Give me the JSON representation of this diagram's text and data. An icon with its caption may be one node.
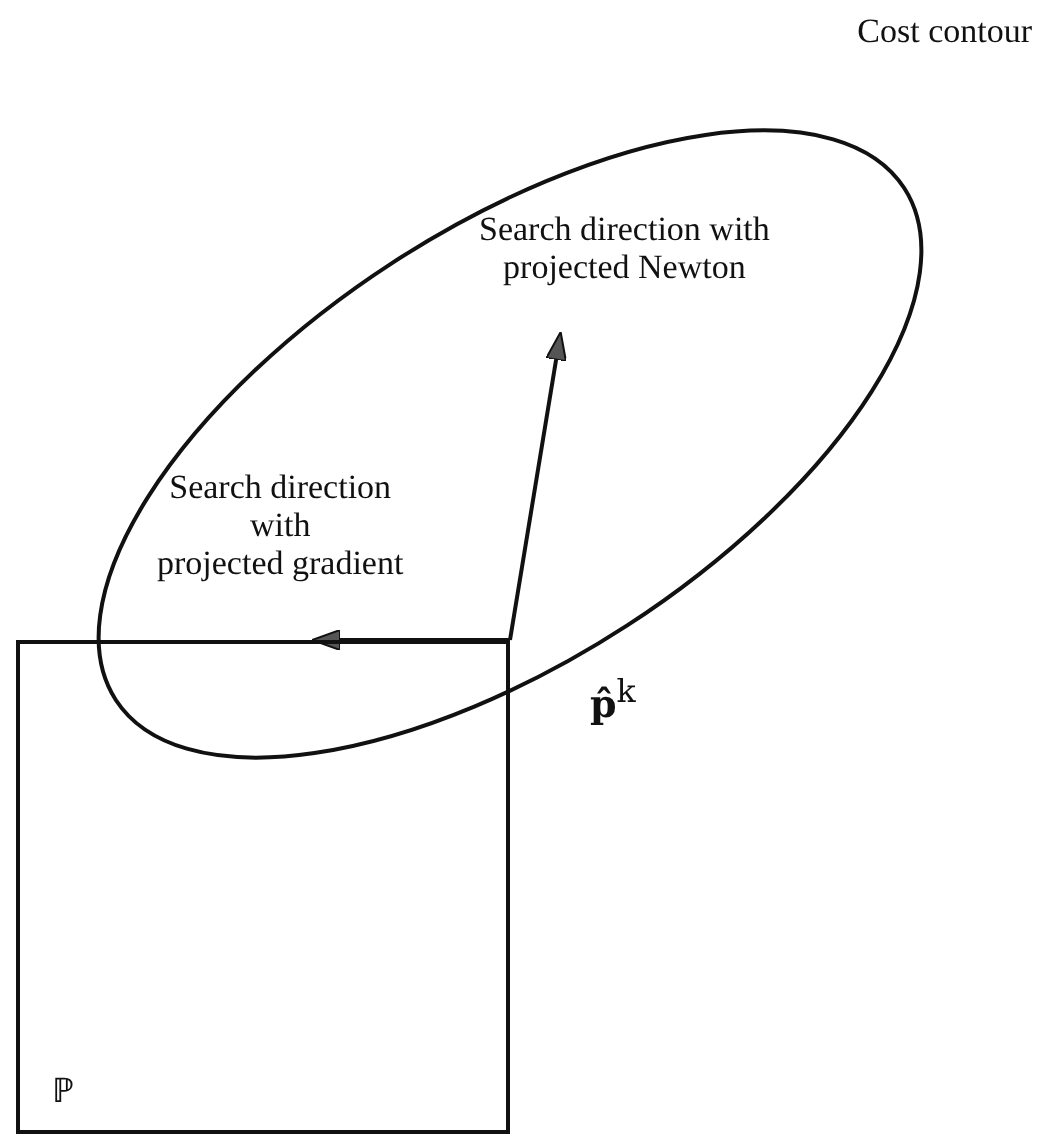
{
  "diagram": {
    "nodes": [
      {
        "text": [
          "ℙ"
        ]
      }
    ],
    "labels": [
      "Cost contour",
      "Search direction with projected Newton",
      "Search direction with projected gradient",
      "**p̂**$^{k}$"
    ]
  }
}
